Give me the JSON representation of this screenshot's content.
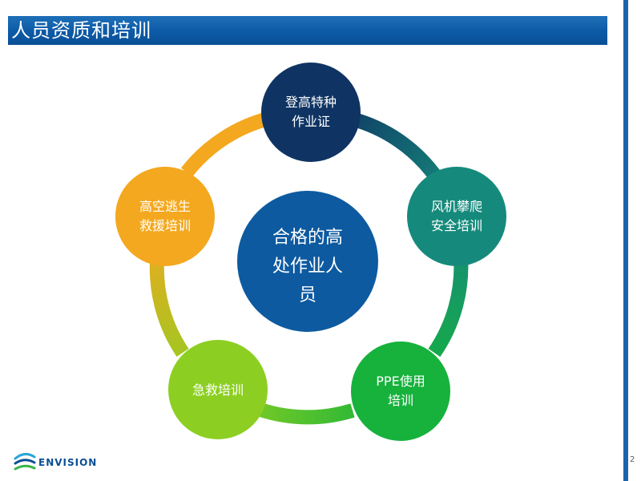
{
  "slide": {
    "title": "人员资质和培训",
    "page_number": "2",
    "logo_text": "ENVISION"
  },
  "diagram": {
    "center": {
      "lines": [
        "合格的高",
        "处作业人",
        "员"
      ],
      "color": "#0d5aa0"
    },
    "nodes": [
      {
        "id": "height-cert",
        "lines": [
          "登高特种",
          "作业证"
        ],
        "color": "#0f3463"
      },
      {
        "id": "turbine-climb",
        "lines": [
          "风机攀爬",
          "安全培训"
        ],
        "color": "#158a7c"
      },
      {
        "id": "ppe",
        "lines": [
          "PPE使用",
          "培训"
        ],
        "color": "#16b23c"
      },
      {
        "id": "first-aid",
        "lines": [
          "急救培训"
        ],
        "color": "#8ccf22"
      },
      {
        "id": "rescue",
        "lines": [
          "高空逃生",
          "救援培训"
        ],
        "color": "#f3a81f"
      }
    ]
  }
}
